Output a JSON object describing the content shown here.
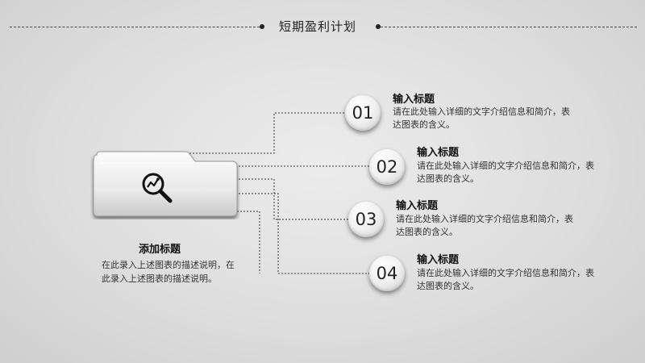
{
  "page": {
    "title": "短期盈利计划"
  },
  "center": {
    "icon": "analytics-search-icon",
    "title": "添加标题",
    "description": "在此录入上述图表的描述说明，在此录入上述图表的描述说明。"
  },
  "items": [
    {
      "number": "01",
      "title": "输入标题",
      "description": "请在此处输入详细的文字介绍信息和简介，表达图表的含义。"
    },
    {
      "number": "02",
      "title": "输入标题",
      "description": "请在此处输入详细的文字介绍信息和简介，表达图表的含义。"
    },
    {
      "number": "03",
      "title": "输入标题",
      "description": "请在此处输入详细的文字介绍信息和简介，表达图表的含义。"
    },
    {
      "number": "04",
      "title": "输入标题",
      "description": "请在此处输入详细的文字介绍信息和简介，表达图表的含义。"
    }
  ]
}
